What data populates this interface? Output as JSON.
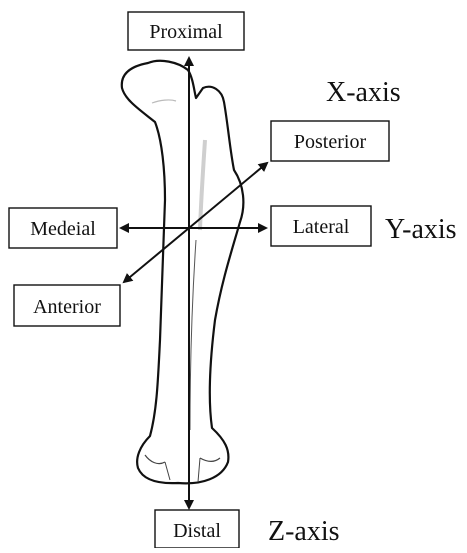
{
  "labels": {
    "proximal": "Proximal",
    "distal": "Distal",
    "posterior": "Posterior",
    "anterior": "Anterior",
    "medial": "Medeial",
    "lateral": "Lateral"
  },
  "axes": {
    "x": "X-axis",
    "y": "Y-axis",
    "z": "Z-axis"
  },
  "colors": {
    "ink": "#111111",
    "bone_fill": "#ffffff",
    "shade": "#cfcfcf"
  }
}
